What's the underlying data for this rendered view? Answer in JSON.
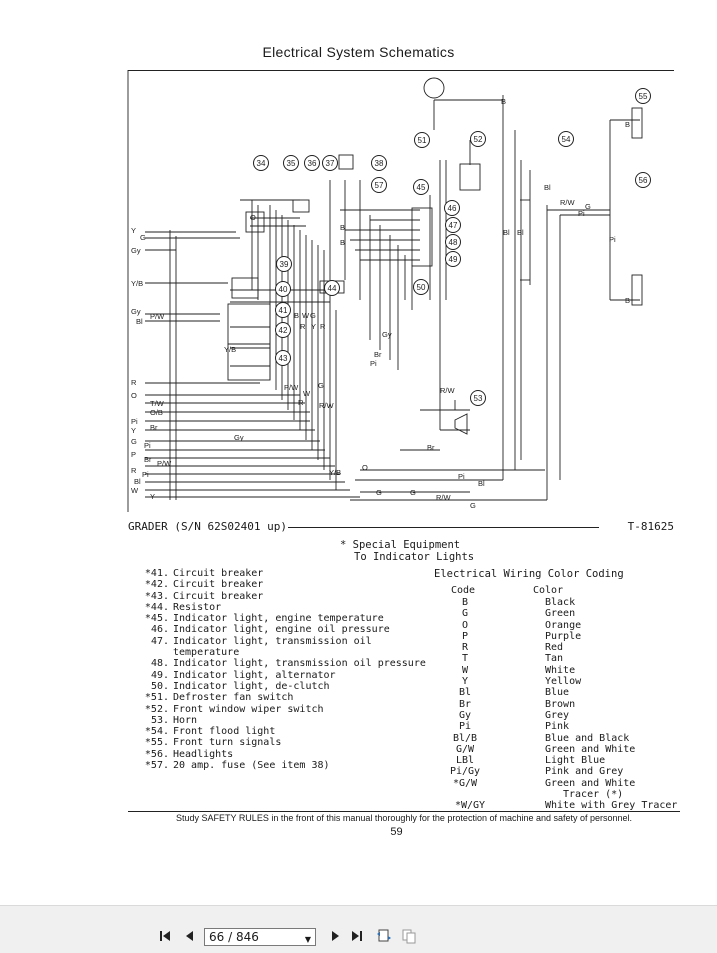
{
  "header": {
    "title": "Electrical System Schematics"
  },
  "diagram": {
    "callouts": [
      "34",
      "35",
      "36",
      "37",
      "38",
      "39",
      "40",
      "41",
      "42",
      "43",
      "44",
      "45",
      "46",
      "47",
      "48",
      "49",
      "50",
      "51",
      "52",
      "53",
      "54",
      "55",
      "56",
      "57"
    ],
    "wire_labels": [
      "Y",
      "G",
      "Gy",
      "Y/B",
      "Gy",
      "P/W",
      "Bl",
      "R",
      "O",
      "T/W",
      "O/B",
      "Pi",
      "Br",
      "Y",
      "G",
      "Pi",
      "P",
      "Br",
      "P/W",
      "R",
      "Pi",
      "Bl",
      "W",
      "Y",
      "B",
      "W",
      "G",
      "R",
      "Y",
      "R",
      "O",
      "B",
      "R/W",
      "Y/B",
      "Pi",
      "Gy",
      "Br",
      "Gy",
      "P/W",
      "W",
      "R",
      "G",
      "R/W",
      "Br",
      "Y/B",
      "O",
      "G",
      "G",
      "R/W",
      "G",
      "Pi",
      "Bl",
      "B",
      "R/W",
      "G",
      "Pi",
      "Bl",
      "Bl",
      "Bl",
      "Pi",
      "B",
      "B",
      "B"
    ]
  },
  "caption": {
    "left": "GRADER (S/N 62S02401 up)",
    "right": "T-81625"
  },
  "special_note": {
    "line1": "* Special Equipment",
    "line2": "To Indicator Lights"
  },
  "legend": [
    {
      "num": "*41.",
      "text": "Circuit breaker"
    },
    {
      "num": "*42.",
      "text": "Circuit breaker"
    },
    {
      "num": "*43.",
      "text": "Circuit breaker"
    },
    {
      "num": "*44.",
      "text": "Resistor"
    },
    {
      "num": "*45.",
      "text": "Indicator light, engine temperature"
    },
    {
      "num": "46.",
      "text": "Indicator light, engine oil pressure"
    },
    {
      "num": "47.",
      "text": "Indicator light, transmission oil"
    },
    {
      "num": "",
      "text": "temperature"
    },
    {
      "num": "48.",
      "text": "Indicator light, transmission oil pressure"
    },
    {
      "num": "49.",
      "text": "Indicator light, alternator"
    },
    {
      "num": "50.",
      "text": "Indicator light, de-clutch"
    },
    {
      "num": "*51.",
      "text": "Defroster fan switch"
    },
    {
      "num": "*52.",
      "text": "Front window wiper switch"
    },
    {
      "num": "53.",
      "text": "Horn"
    },
    {
      "num": "*54.",
      "text": "Front flood light"
    },
    {
      "num": "*55.",
      "text": "Front turn signals"
    },
    {
      "num": "*56.",
      "text": "Headlights"
    },
    {
      "num": "*57.",
      "text": "20 amp. fuse (See item 38)"
    }
  ],
  "color_coding": {
    "title": "Electrical Wiring Color Coding",
    "code_header": "Code",
    "color_header": "Color",
    "rows": [
      {
        "code": "B",
        "color": "Black"
      },
      {
        "code": "G",
        "color": "Green"
      },
      {
        "code": "O",
        "color": "Orange"
      },
      {
        "code": "P",
        "color": "Purple"
      },
      {
        "code": "R",
        "color": "Red"
      },
      {
        "code": "T",
        "color": "Tan"
      },
      {
        "code": "W",
        "color": "White"
      },
      {
        "code": "Y",
        "color": "Yellow"
      },
      {
        "code": "Bl",
        "color": "Blue"
      },
      {
        "code": "Br",
        "color": "Brown"
      },
      {
        "code": "Gy",
        "color": "Grey"
      },
      {
        "code": "Pi",
        "color": "Pink"
      },
      {
        "code": "Bl/B",
        "color": "Blue and Black"
      },
      {
        "code": "G/W",
        "color": "Green and White"
      },
      {
        "code": "LBl",
        "color": "Light Blue"
      },
      {
        "code": "Pi/Gy",
        "color": "Pink and Grey"
      },
      {
        "code": "*G/W",
        "color": "Green and White"
      }
    ],
    "tracer": "Tracer (*)",
    "last_code": "*W/GY",
    "last_color": "White with Grey Tracer"
  },
  "footer": {
    "safety": "Study SAFETY RULES in the front of this manual thoroughly for the protection of machine and safety of personnel.",
    "page_number": "59"
  },
  "toolbar": {
    "page_indicator": "66 / 846"
  }
}
